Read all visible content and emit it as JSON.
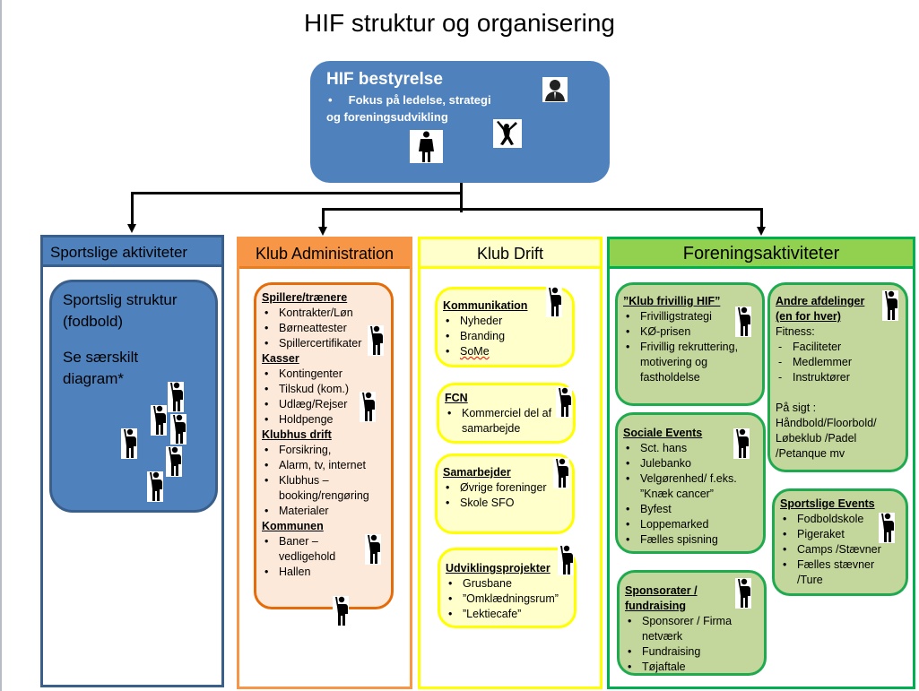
{
  "title": "HIF struktur og organisering",
  "board": {
    "heading": "HIF bestyrelse",
    "bullet": "Fokus på ledelse, strategi",
    "bullet_cont": "og foreningsudvikling",
    "icons": [
      "businessman-icon",
      "businesswoman-icon",
      "jumping-person-icon"
    ]
  },
  "columns": [
    {
      "header": "Sportslige aktiviteter",
      "color": "#4f81bd",
      "card": {
        "line1": "Sportslig struktur",
        "line2": "(fodbold)",
        "line3": "Se særskilt",
        "line4": "diagram*"
      }
    },
    {
      "header": "Klub Administration",
      "color": "#f79646",
      "sections": [
        {
          "title": "Spillere/trænere",
          "items": [
            "Kontrakter/Løn",
            "Børneattester",
            "Spillercertifikater"
          ]
        },
        {
          "title": "Kasser",
          "items": [
            "Kontingenter",
            "Tilskud  (kom.)",
            "Udlæg/Rejser",
            "Holdpenge"
          ]
        },
        {
          "title": "Klubhus drift",
          "items": [
            "Forsikring,",
            "Alarm, tv, internet",
            "Klubhus  – booking/rengøring",
            "Materialer"
          ]
        },
        {
          "title": "Kommunen",
          "items": [
            "Baner – vedligehold",
            "Hallen"
          ]
        }
      ]
    },
    {
      "header": "Klub Drift",
      "color": "#ffffcc",
      "cards": [
        {
          "title": "Kommunikation",
          "items": [
            "Nyheder",
            "Branding",
            "SoMe"
          ]
        },
        {
          "title": "FCN",
          "items": [
            "Kommerciel  del af samarbejde"
          ]
        },
        {
          "title": "Samarbejder",
          "items": [
            "Øvrige foreninger",
            "Skole  SFO"
          ]
        },
        {
          "title": "Udviklingsprojekter",
          "items": [
            "Grusbane",
            "”Omklædningsrum”",
            "”Lektiecafe”"
          ]
        }
      ]
    },
    {
      "header": "Foreningsaktiviteter",
      "color": "#92d050",
      "cards": [
        {
          "title": "”Klub frivillig HIF”",
          "items": [
            "Frivilligstrategi",
            "KØ-prisen",
            "Frivillig  rekruttering, motivering  og fastholdelse"
          ]
        },
        {
          "title": "Andre afdelinger (en for hver)",
          "subtitle": "Fitness:",
          "items": [
            "Faciliteter",
            "Medlemmer",
            "Instruktører"
          ],
          "future_label": "På sigt :",
          "future_text": "Håndbold/Floorbold/ Løbeklub  /Padel /Petanque  mv"
        },
        {
          "title": "Sociale Events",
          "items": [
            "Sct. hans",
            "Julebanko",
            "Velgørenhed/  f.eks. ”Knæk cancer”",
            "Byfest",
            "Loppemarked",
            "Fælles spisning"
          ]
        },
        {
          "title": "Sportslige Events",
          "items": [
            "Fodboldskole",
            "Pigeraket",
            "Camps /Stævner",
            "Fælles stævner /Ture"
          ]
        },
        {
          "title": "Sponsorater / fundraising",
          "items": [
            "Sponsorer   / Firma netværk",
            "Fundraising",
            "Tøjaftale"
          ]
        }
      ]
    }
  ]
}
